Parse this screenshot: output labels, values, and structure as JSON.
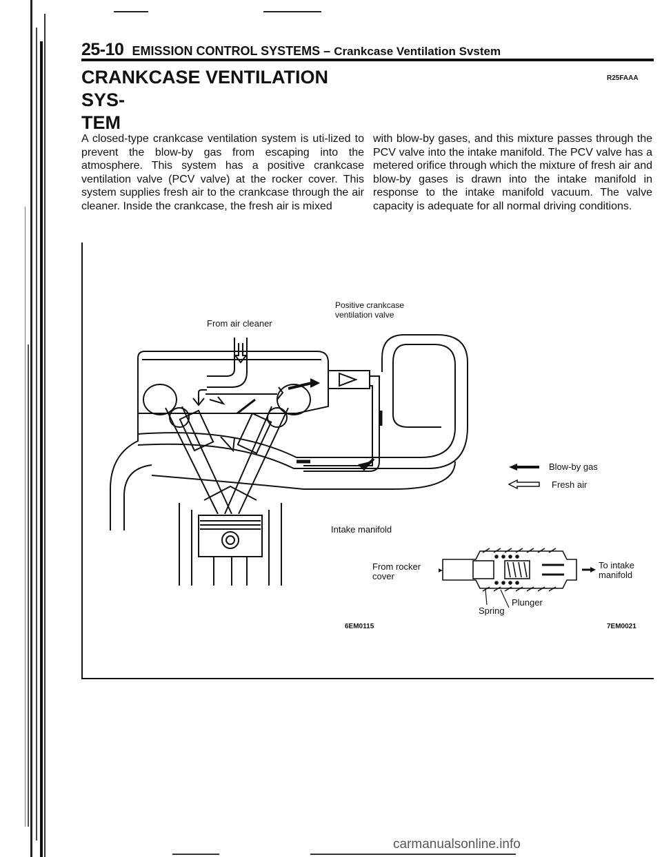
{
  "header": {
    "page_number": "25-10",
    "section": "EMISSION CONTROL SYSTEMS",
    "dash": "–",
    "subsection": "Crankcase Ventilation Svstem"
  },
  "article": {
    "title_line1": "CRANKCASE VENTILATION SYS-",
    "title_line2": "TEM",
    "code": "R25FAAA",
    "left_paragraph": "A closed-type crankcase ventilation system is uti-lized to prevent the blow-by gas from escaping into the atmosphere. This system has a positive crankcase ventilation valve (PCV valve) at the rocker cover. This system supplies fresh air to the crankcase through the air cleaner. Inside the crankcase, the fresh air is mixed",
    "right_paragraph": "with blow-by gases, and this mixture passes through the PCV valve into the intake manifold. The PCV valve has a metered orifice through which the mixture of fresh air and blow-by gases is drawn into the intake manifold in response to the intake manifold vacuum. The valve capacity is adequate for all normal driving conditions."
  },
  "figure_engine": {
    "label_air_cleaner": "From air cleaner",
    "label_pcv_line1": "Positive crankcase",
    "label_pcv_line2": "ventilation valve",
    "label_intake": "Intake manifold",
    "code": "6EM0115"
  },
  "legend": {
    "blowby": "Blow-by gas",
    "fresh": "Fresh air"
  },
  "figure_valve": {
    "from_line1": "From rocker",
    "from_line2": "cover",
    "to_line1": "To intake",
    "to_line2": "manifold",
    "spring": "Spring",
    "plunger": "Plunger",
    "code": "7EM0021"
  },
  "footer": {
    "watermark": "carmanualsonline.info"
  }
}
